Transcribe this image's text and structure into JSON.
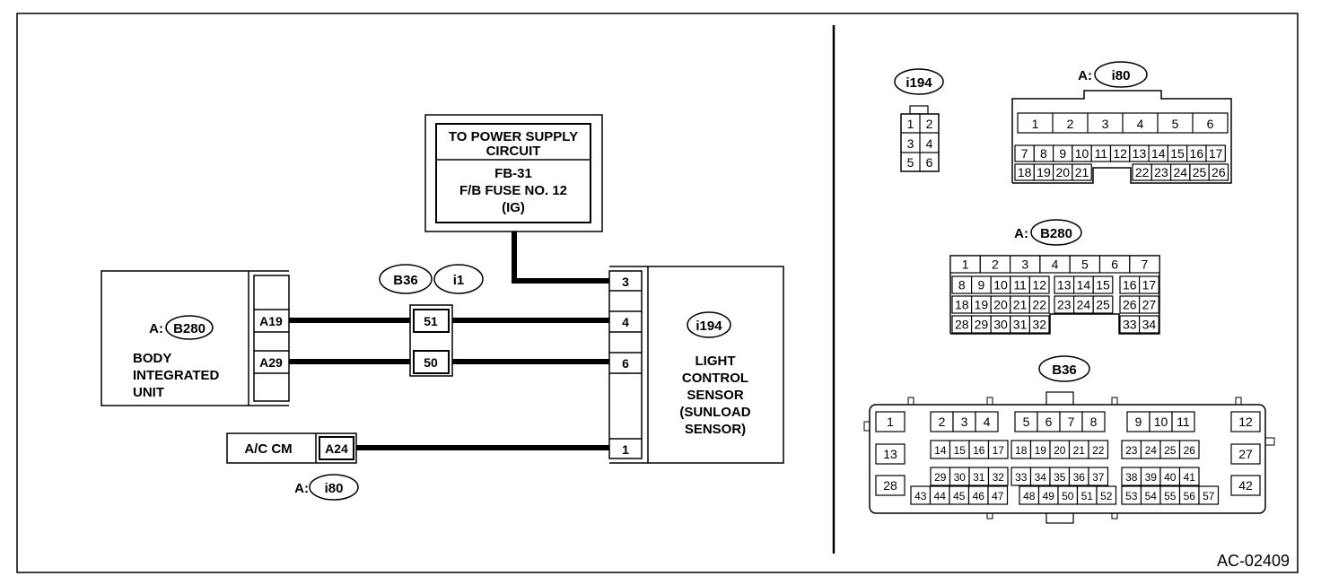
{
  "diagram_id": "AC-02409",
  "power_box": {
    "title_line1": "TO POWER SUPPLY",
    "title_line2": "CIRCUIT",
    "line1": "FB-31",
    "line2": "F/B FUSE NO. 12",
    "line3": "(IG)"
  },
  "body_unit": {
    "prefix": "A:",
    "connector": "B280",
    "name_line1": "BODY",
    "name_line2": "INTEGRATED",
    "name_line3": "UNIT",
    "pins": [
      "A19",
      "A29"
    ]
  },
  "joint": {
    "connectors": [
      "B36",
      "i1"
    ],
    "pins": [
      "51",
      "50"
    ]
  },
  "sensor": {
    "connector": "i194",
    "name_line1": "LIGHT",
    "name_line2": "CONTROL",
    "name_line3": "SENSOR",
    "name_line4": "(SUNLOAD",
    "name_line5": "SENSOR)",
    "pins": [
      "3",
      "4",
      "6",
      "1"
    ]
  },
  "ac_cm": {
    "name": "A/C CM",
    "pin": "A24",
    "prefix": "A:",
    "connector": "i80"
  },
  "connector_views": {
    "i194": {
      "label": "i194",
      "pins": [
        "1",
        "2",
        "3",
        "4",
        "5",
        "6"
      ]
    },
    "i80": {
      "prefix": "A:",
      "label": "i80",
      "row1": [
        "1",
        "2",
        "3",
        "4",
        "5",
        "6"
      ],
      "row2": [
        "7",
        "8",
        "9",
        "10",
        "11",
        "12",
        "13",
        "14",
        "15",
        "16",
        "17"
      ],
      "row3_left": [
        "18",
        "19",
        "20",
        "21"
      ],
      "row3_right": [
        "22",
        "23",
        "24",
        "25",
        "26"
      ]
    },
    "B280": {
      "prefix": "A:",
      "label": "B280",
      "row1": [
        "1",
        "2",
        "3",
        "4",
        "5",
        "6",
        "7"
      ],
      "row2_left": [
        "8",
        "9",
        "10",
        "11",
        "12"
      ],
      "row2_mid": [
        "13",
        "14",
        "15"
      ],
      "row2_right": [
        "16",
        "17"
      ],
      "row3_left": [
        "18",
        "19",
        "20",
        "21",
        "22"
      ],
      "row3_mid": [
        "23",
        "24",
        "25"
      ],
      "row3_right": [
        "26",
        "27"
      ],
      "row4_left": [
        "28",
        "29",
        "30",
        "31",
        "32"
      ],
      "row4_right": [
        "33",
        "34"
      ]
    },
    "B36": {
      "label": "B36",
      "singles": [
        "1",
        "12",
        "13",
        "27",
        "28",
        "42"
      ],
      "row1": [
        [
          "2",
          "3",
          "4"
        ],
        [
          "5",
          "6",
          "7",
          "8"
        ],
        [
          "9",
          "10",
          "11"
        ]
      ],
      "row2": [
        [
          "14",
          "15",
          "16",
          "17"
        ],
        [
          "18",
          "19",
          "20",
          "21",
          "22"
        ],
        [
          "23",
          "24",
          "25",
          "26"
        ]
      ],
      "row3": [
        [
          "29",
          "30",
          "31",
          "32"
        ],
        [
          "33",
          "34",
          "35",
          "36",
          "37"
        ],
        [
          "38",
          "39",
          "40",
          "41"
        ]
      ],
      "row4": [
        [
          "43",
          "44",
          "45",
          "46",
          "47"
        ],
        [
          "48",
          "49",
          "50",
          "51",
          "52"
        ],
        [
          "53",
          "54",
          "55",
          "56",
          "57"
        ]
      ]
    }
  }
}
